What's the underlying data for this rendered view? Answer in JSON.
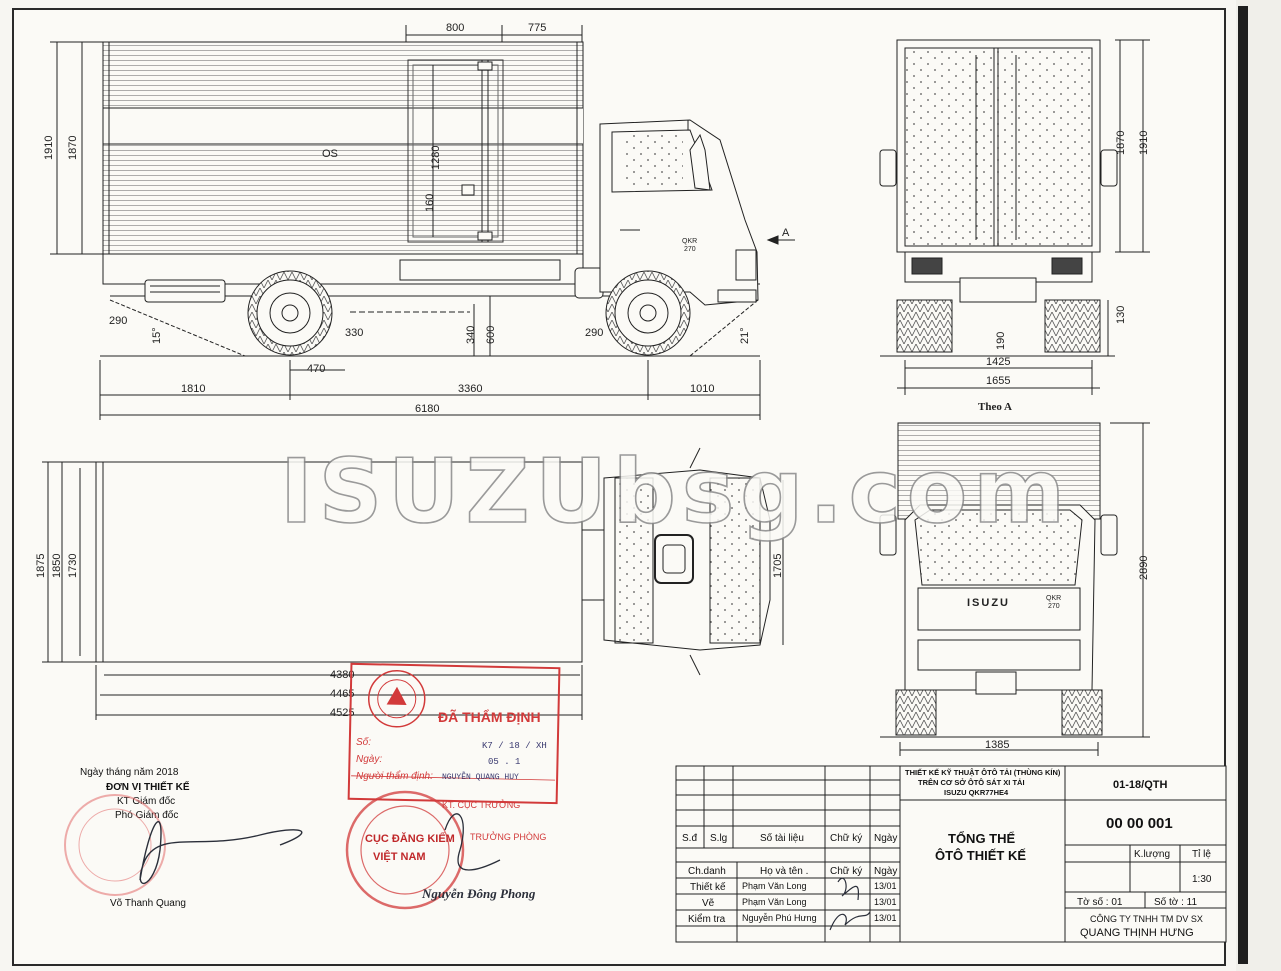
{
  "dims": {
    "d800": "800",
    "d775": "775",
    "d1910a": "1910",
    "d1870a": "1870",
    "d1280": "1280",
    "d160": "160",
    "d290a": "290",
    "d15": "15°",
    "d330": "330",
    "d340": "340",
    "d600": "600",
    "d290b": "290",
    "d21": "21°",
    "d470": "470",
    "d1810": "1810",
    "d3360": "3360",
    "d1010": "1010",
    "d6180": "6180",
    "d1870b": "1870",
    "d1910b": "1910",
    "d130": "130",
    "d190": "190",
    "d1425": "1425",
    "d1655": "1655",
    "d1875": "1875",
    "d1850": "1850",
    "d1730": "1730",
    "d1705": "1705",
    "d4380": "4380",
    "d4465": "4465",
    "d4525": "4525",
    "d2890": "2890",
    "d1385": "1385"
  },
  "labels": {
    "os": "OS",
    "arrow_a": "A",
    "qkr_side": "QKR",
    "n270_side": "270",
    "theo_a": "Theo A",
    "front_brand": "ISUZU",
    "qkr_front": "QKR",
    "n270_front": "270"
  },
  "watermark": "ISUZUbsg.com",
  "signatures": {
    "date_line": "Ngày     tháng     năm 2018",
    "unit": "ĐƠN VỊ THIẾT KẾ",
    "kt_gd": "KT Giám đốc",
    "pho_gd": "Phó Giám đốc",
    "signer_left": "Võ Thanh Quang",
    "signer_right": "Nguyễn Đông Phong",
    "kt_cuc": "KT. CỤC TRƯỞNG",
    "truong_phong": "TRƯỞNG PHÒNG",
    "cuc_name": "CỤC ĐĂNG KIỂM",
    "vn": "VIỆT NAM"
  },
  "stamp": {
    "title": "ĐÃ THẨM ĐỊNH",
    "so_label": "Số:",
    "so_value": "K7 / 18 / XH",
    "ngay_label": "Ngày:",
    "ngay_value": "05 . 1",
    "nguoi_label": "Người thẩm định:",
    "nguoi_value": "NGUYỄN QUANG HUY"
  },
  "title_block": {
    "design_title_1": "THIẾT KẾ KỸ THUẬT ÔTÔ TẢI (THÙNG KÍN)",
    "design_title_2": "TRÊN CƠ SỞ ÔTÔ SÁT XI TẢI",
    "design_title_3": "ISUZU QKR77HE4",
    "doc_code": "01-18/QTH",
    "main_title_1": "TỔNG THỂ",
    "main_title_2": "ÔTÔ THIẾT KẾ",
    "drawing_no": "00 00 001",
    "klg": "K.lượng",
    "tile": "Tỉ lệ",
    "scale": "1:30",
    "to_so": "Tờ số : 01",
    "so_to": "Số tờ : 11",
    "company_1": "CÔNG TY TNHH TM DV SX",
    "company_2": "QUANG THỊNH HƯNG",
    "h_sd": "S.đ",
    "h_slg": "S.lg",
    "h_stl": "Số tài liệu",
    "h_ck": "Chữ ký",
    "h_ngay": "Ngày",
    "r_chdanh": "Ch.danh",
    "r_hovaten": "Họ và tên .",
    "r_chuky": "Chữ ký",
    "r_ngay": "Ngày",
    "r1_role": "Thiết kế",
    "r1_name": "Phạm Văn Long",
    "r1_date": "13/01",
    "r2_role": "Vẽ",
    "r2_name": "Phạm Văn Long",
    "r2_date": "13/01",
    "r3_role": "Kiểm tra",
    "r3_name": "Nguyễn Phú Hưng",
    "r3_date": "13/01"
  }
}
